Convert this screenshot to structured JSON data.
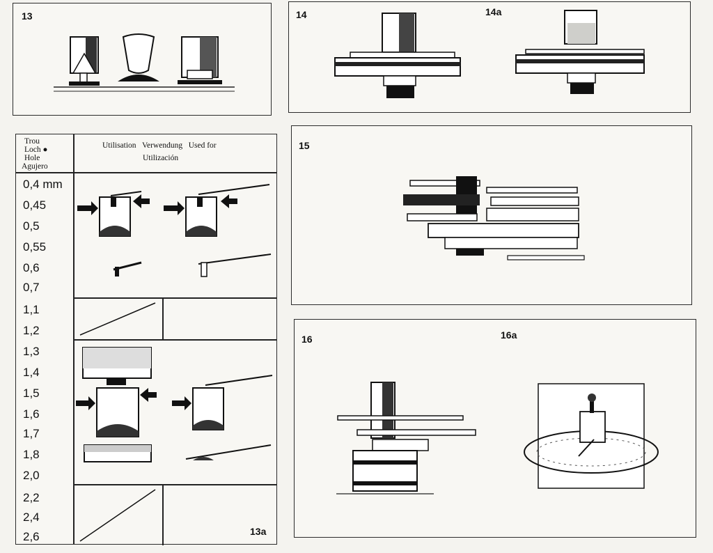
{
  "figures": {
    "fig13": "13",
    "fig13a": "13a",
    "fig14": "14",
    "fig14a": "14a",
    "fig15": "15",
    "fig16": "16",
    "fig16a": "16a"
  },
  "table": {
    "header_left": [
      "Trou",
      "Loch ●",
      "Hole",
      "Agujero"
    ],
    "header_right_line1": "Utilisation   Verwendung   Used for",
    "header_right_line2": "Utilización",
    "hole_sizes": [
      "0,4 mm",
      "0,45",
      "0,5",
      "0,55",
      "0,6",
      "0,7",
      "1,1",
      "1,2",
      "1,3",
      "1,4",
      "1,5",
      "1,6",
      "1,7",
      "1,8",
      "2,0",
      "2,2",
      "2,4",
      "2,6"
    ]
  }
}
